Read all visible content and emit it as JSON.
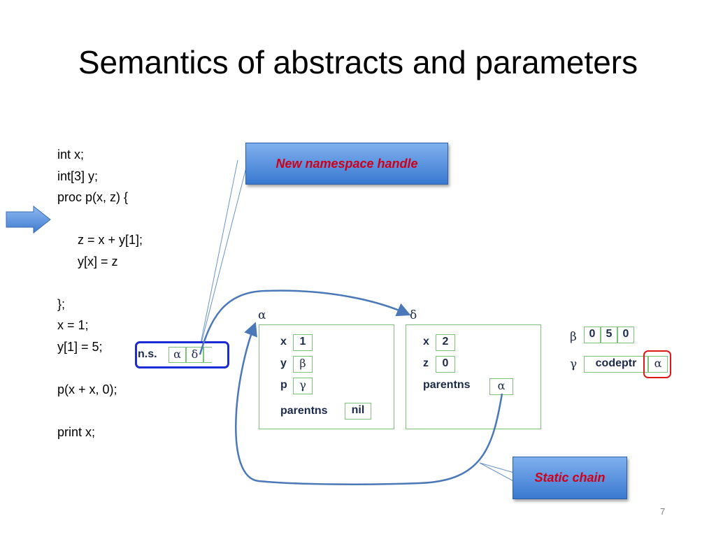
{
  "slide": {
    "title": "Semantics of abstracts and parameters",
    "page_number": "7"
  },
  "code": [
    "int x;",
    "int[3] y;",
    "proc p(x, z) {",
    "",
    "z = x + y[1];",
    "y[x] = z",
    "",
    "};",
    "x = 1;",
    "y[1] = 5;",
    "",
    "p(x + x, 0);",
    "",
    "print x;"
  ],
  "callouts": {
    "namespace_handle": "New namespace handle",
    "static_chain": "Static chain"
  },
  "ns": {
    "label": "n.s.",
    "cell1": "α",
    "cell2": "δ"
  },
  "namespace_alpha": {
    "handle": "α",
    "rows": [
      {
        "name": "x",
        "value": "1"
      },
      {
        "name": "y",
        "value": "β"
      },
      {
        "name": "p",
        "value": "γ"
      }
    ],
    "parent_label": "parentns",
    "parent_value": "nil"
  },
  "namespace_delta": {
    "handle": "δ",
    "rows": [
      {
        "name": "x",
        "value": "2"
      },
      {
        "name": "z",
        "value": "0"
      }
    ],
    "parent_label": "parentns",
    "parent_value": "α"
  },
  "array_beta": {
    "handle": "β",
    "values": [
      "0",
      "5",
      "0"
    ]
  },
  "closure_gamma": {
    "handle": "γ",
    "code_label": "codeptr",
    "env": "α"
  },
  "colors": {
    "callout_text": "#d0001a",
    "callout_fill": "#3a79d0",
    "frame_border": "#7dc17a",
    "ns_border": "#1d2bd6",
    "highlight_ring": "#e01818",
    "arrow_stroke": "#4a78b8"
  }
}
